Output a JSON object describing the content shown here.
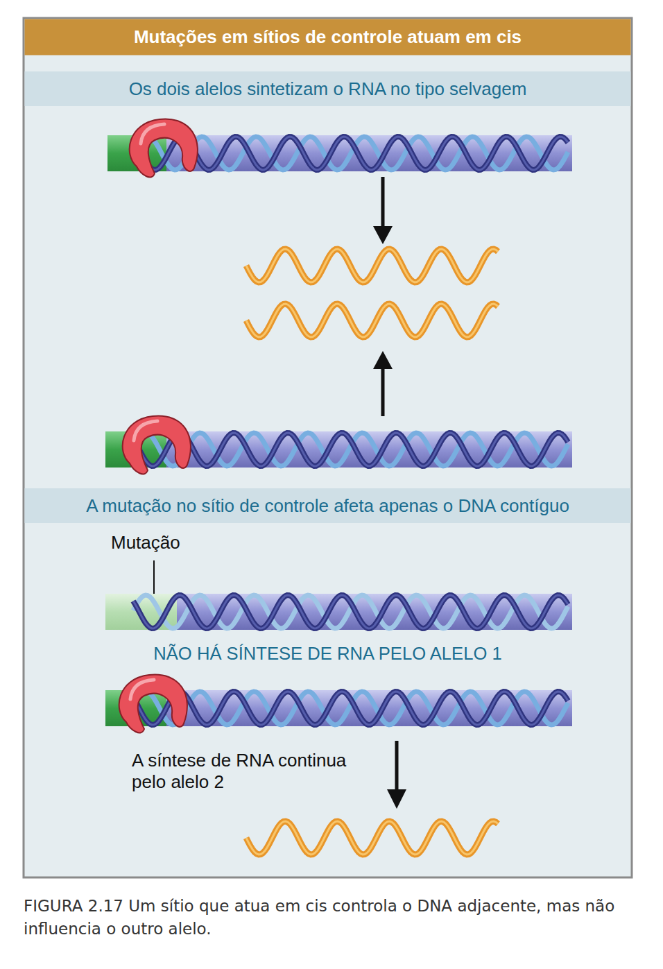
{
  "diagram": {
    "title": "Mutações em sítios de controle atuam em cis",
    "nodes": [
      {
        "text": [
          "Os dois alelos sintetizam o RNA no tipo selvagem"
        ]
      },
      {
        "text": [
          "A mutação no sítio de controle afeta apenas o DNA contíguo"
        ]
      }
    ],
    "labels": [
      "Mutação",
      "NÃO HÁ SÍNTESE DE RNA PELO ALELO 1",
      "A síntese de RNA continua pelo alelo 2"
    ],
    "caption": "FIGURA 2.17 Um sítio que atua em cis controla o DNA adjacente, mas não influencia o outro alelo."
  }
}
